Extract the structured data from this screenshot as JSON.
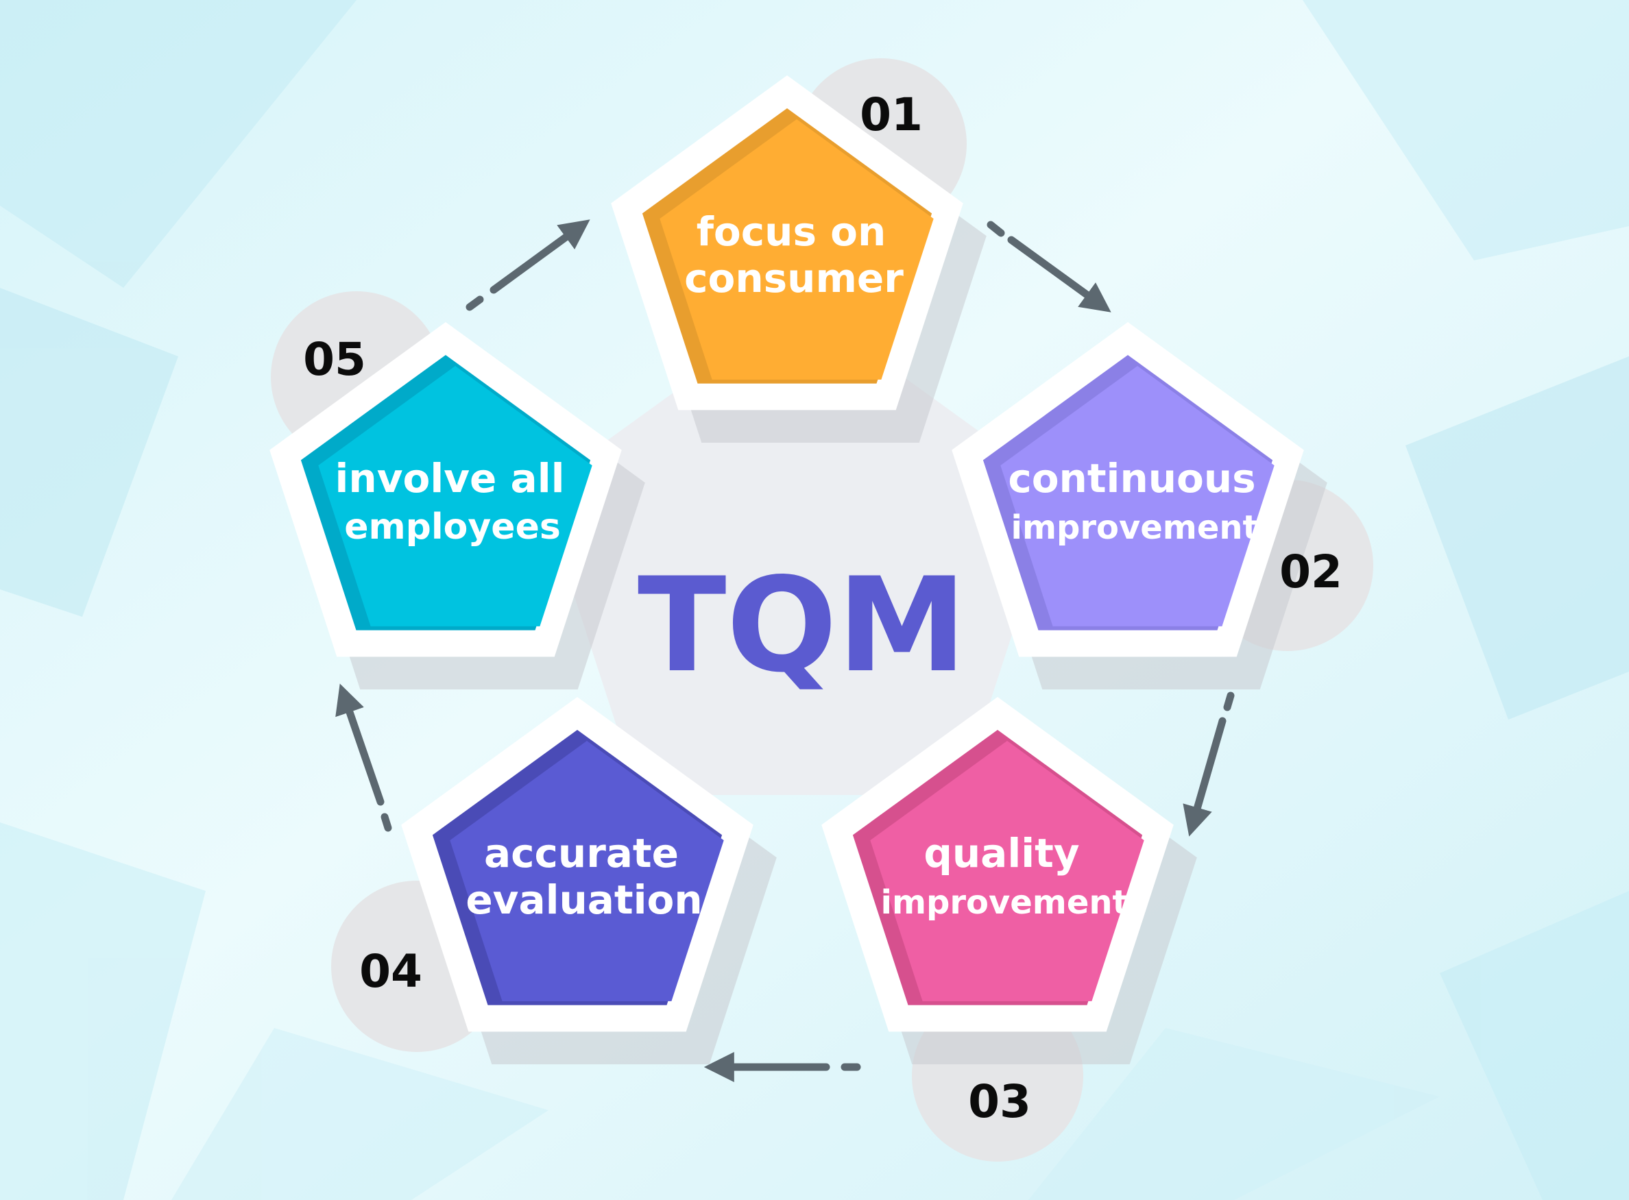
{
  "center_title": "TQM",
  "colors": {
    "center_text": "#5b5bd0",
    "background_light": "#e9fbfd",
    "background_accent": "#b8e8f3",
    "hub": "#eceef2",
    "number_circle": "#e5e6e8",
    "arrow": "#5c6870",
    "pentagon_border": "#ffffff"
  },
  "steps": [
    {
      "number": "01",
      "lines": [
        "focus on",
        "consumer"
      ],
      "color": "#ffad33",
      "shade": "#e89e2e",
      "icon": "pentagon-shape"
    },
    {
      "number": "02",
      "lines": [
        "continuous",
        "improvement"
      ],
      "color": "#9d90fa",
      "shade": "#8b80e6",
      "icon": "pentagon-shape"
    },
    {
      "number": "03",
      "lines": [
        "quality",
        "improvement"
      ],
      "color": "#ef5fa4",
      "shade": "#d6508e",
      "icon": "pentagon-shape"
    },
    {
      "number": "04",
      "lines": [
        "accurate",
        "evaluation"
      ],
      "color": "#5a5bd3",
      "shade": "#4a4bb6",
      "icon": "pentagon-shape"
    },
    {
      "number": "05",
      "lines": [
        "involve all",
        "employees"
      ],
      "color": "#00c3e0",
      "shade": "#00aac9",
      "icon": "pentagon-shape"
    }
  ]
}
